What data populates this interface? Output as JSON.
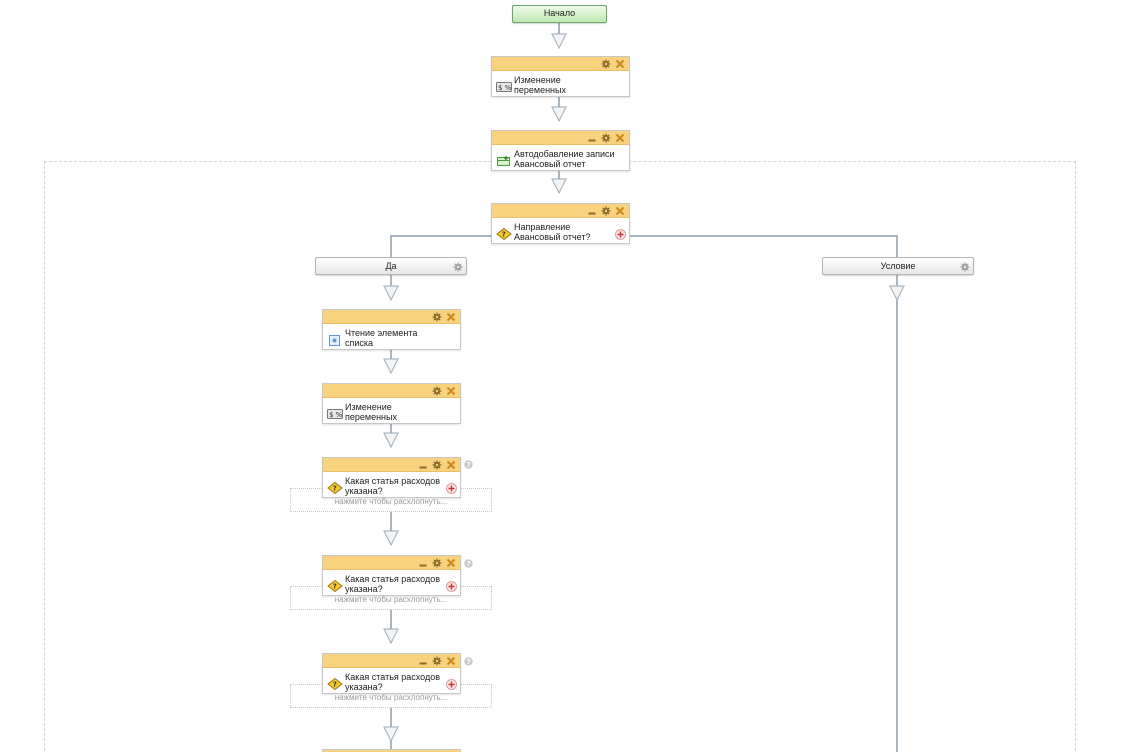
{
  "start": {
    "label": "Начало"
  },
  "nodes": [
    {
      "id": "n1",
      "title": "Изменение переменных",
      "icon": "variables-icon",
      "buttons": [
        "gear",
        "close"
      ],
      "plus": false
    },
    {
      "id": "n2",
      "title": "Автодобавление записи Авансовый отчет",
      "icon": "add-record-icon",
      "buttons": [
        "minimize",
        "gear",
        "close"
      ],
      "plus": false
    },
    {
      "id": "n3",
      "title": "Направление Авансовый отчет?",
      "icon": "condition-icon",
      "buttons": [
        "minimize",
        "gear",
        "close"
      ],
      "plus": true
    },
    {
      "id": "n4",
      "title": "Чтение элемента списка",
      "icon": "read-item-icon",
      "buttons": [
        "gear",
        "close"
      ],
      "plus": false
    },
    {
      "id": "n5",
      "title": "Изменение переменных",
      "icon": "variables-icon",
      "buttons": [
        "gear",
        "close"
      ],
      "plus": false
    },
    {
      "id": "n6",
      "title": "Какая статья расходов указана?",
      "icon": "condition-icon",
      "buttons": [
        "minimize",
        "gear",
        "close"
      ],
      "plus": true
    },
    {
      "id": "n7",
      "title": "Какая статья расходов указана?",
      "icon": "condition-icon",
      "buttons": [
        "minimize",
        "gear",
        "close"
      ],
      "plus": true
    },
    {
      "id": "n8",
      "title": "Какая статья расходов указана?",
      "icon": "condition-icon",
      "buttons": [
        "minimize",
        "gear",
        "close"
      ],
      "plus": true
    }
  ],
  "branches": [
    {
      "id": "b1",
      "label": "Да"
    },
    {
      "id": "b2",
      "label": "Условие"
    }
  ],
  "expand_text": "нажмите чтобы расхлопнуть...",
  "icon_text": {
    "variables": "$ %"
  },
  "colors": {
    "card_header": "#f8d27f",
    "start_node": "#bfe8b3",
    "connector": "#a9b6c2",
    "close_x": "#c98a1a"
  }
}
